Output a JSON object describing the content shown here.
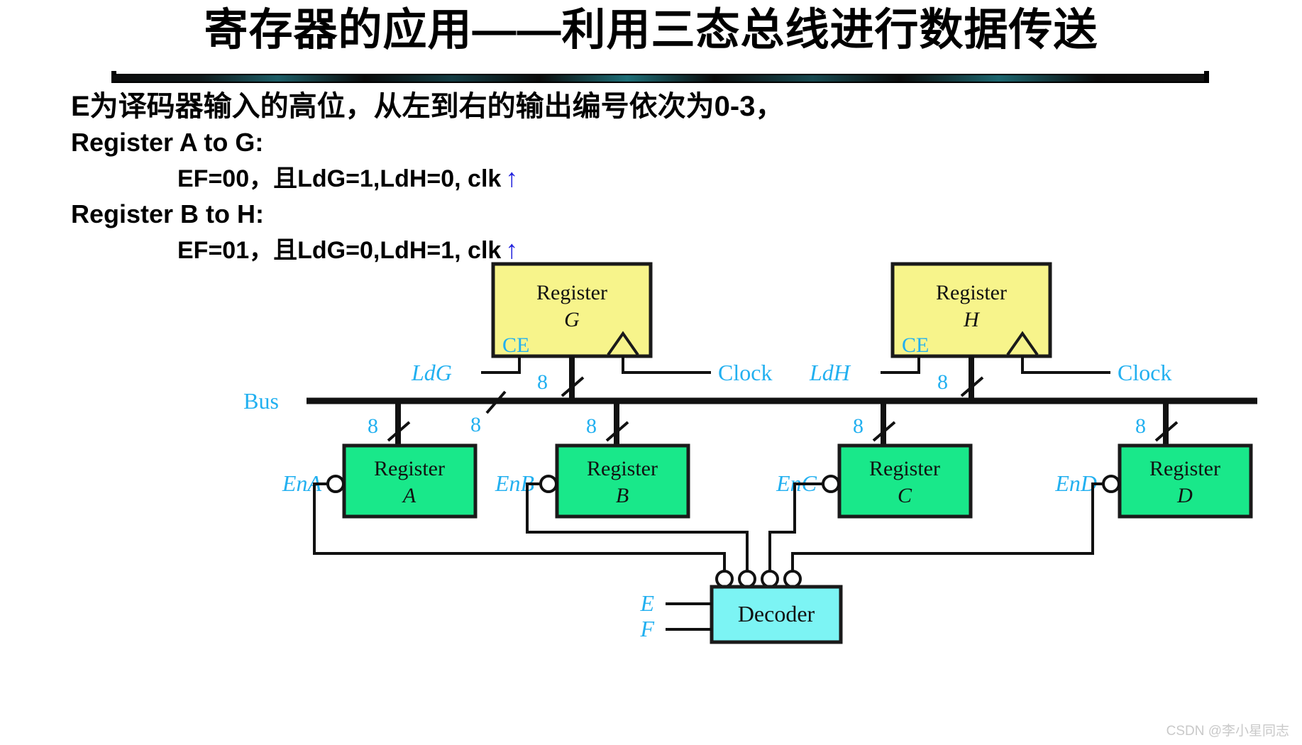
{
  "slide": {
    "title": "寄存器的应用——利用三态总线进行数据传送",
    "body_lines": [
      {
        "text": "E为译码器输入的高位，从左到右的输出编号依次为0-3，",
        "style": "l1"
      },
      {
        "text": "Register A to G:",
        "style": "l2"
      },
      {
        "text": "EF=00，且LdG=1,LdH=0, clk",
        "style": "l3",
        "arrow": "↑"
      },
      {
        "text": "Register B to H:",
        "style": "l2"
      },
      {
        "text": "EF=01，且LdG=0,LdH=1, clk",
        "style": "l3",
        "arrow": "↑"
      }
    ],
    "watermark": "CSDN @李小星同志"
  },
  "colors": {
    "register_top_fill": "#f7f48b",
    "register_bottom_fill": "#19e88a",
    "decoder_fill": "#7cf4f4",
    "label_cyan": "#22b0f0",
    "wire": "#111111",
    "arrow_blue": "#2222dd"
  },
  "diagram": {
    "bus_label": "Bus",
    "width_label": "8",
    "clock_label": "Clock",
    "decoder": {
      "label": "Decoder",
      "inputs": [
        "E",
        "F"
      ],
      "output_count": 4
    },
    "top_registers": [
      {
        "id": "G",
        "title": "Register",
        "letter": "G",
        "ce": "CE",
        "load": "LdG",
        "clock": "Clock",
        "width": "8"
      },
      {
        "id": "H",
        "title": "Register",
        "letter": "H",
        "ce": "CE",
        "load": "LdH",
        "clock": "Clock",
        "width": "8"
      }
    ],
    "bottom_registers": [
      {
        "id": "A",
        "title": "Register",
        "letter": "A",
        "enable": "EnA",
        "width": "8"
      },
      {
        "id": "B",
        "title": "Register",
        "letter": "B",
        "enable": "EnB",
        "width": "8"
      },
      {
        "id": "C",
        "title": "Register",
        "letter": "C",
        "enable": "EnC",
        "width": "8"
      },
      {
        "id": "D",
        "title": "Register",
        "letter": "D",
        "enable": "EnD",
        "width": "8"
      }
    ],
    "bus_extra_width_label": "8"
  }
}
